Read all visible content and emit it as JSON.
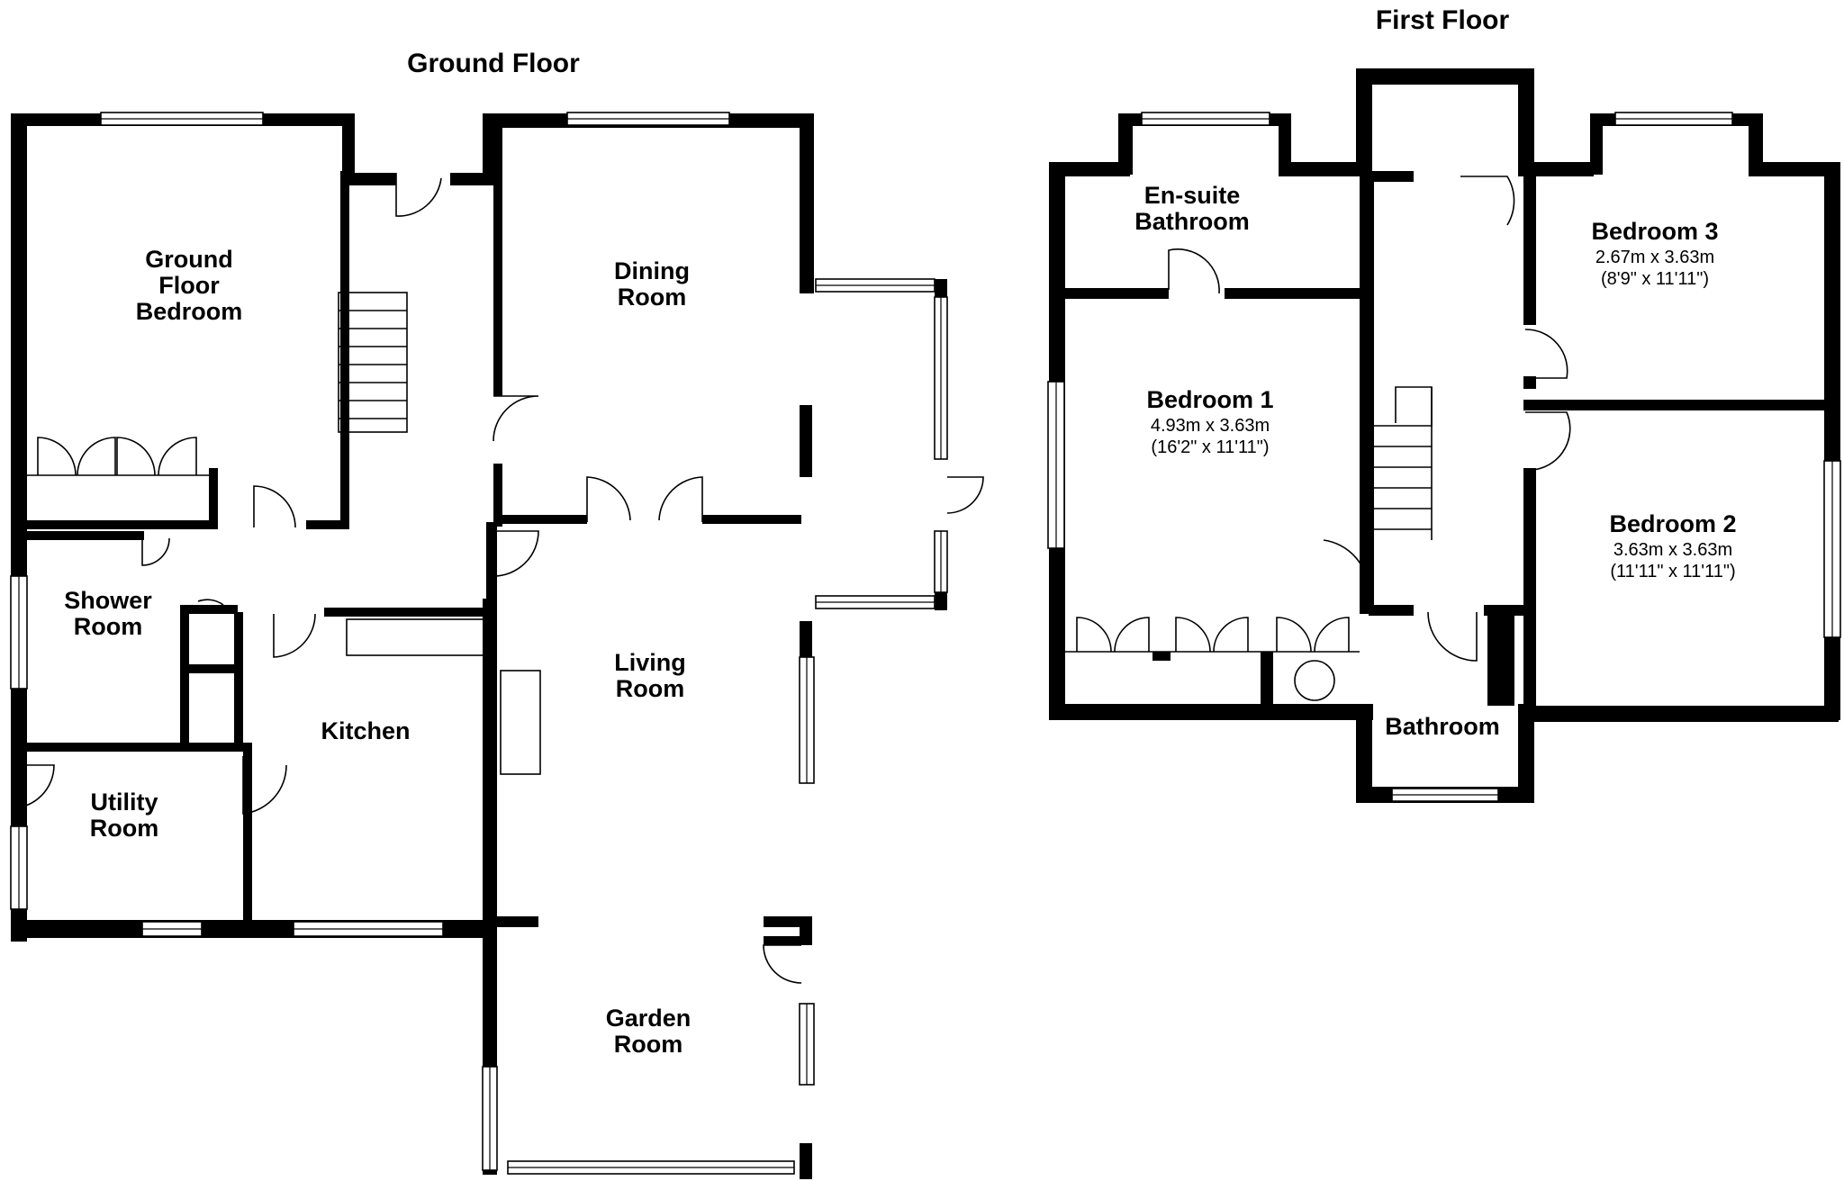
{
  "floors": [
    {
      "title": "Ground Floor",
      "rooms": [
        {
          "name": [
            "Ground",
            "Floor",
            "Bedroom"
          ],
          "dims": []
        },
        {
          "name": [
            "Dining",
            "Room"
          ],
          "dims": []
        },
        {
          "name": [
            "Shower",
            "Room"
          ],
          "dims": []
        },
        {
          "name": [
            "Kitchen"
          ],
          "dims": []
        },
        {
          "name": [
            "Living",
            "Room"
          ],
          "dims": []
        },
        {
          "name": [
            "Utility",
            "Room"
          ],
          "dims": []
        },
        {
          "name": [
            "Garden",
            "Room"
          ],
          "dims": []
        }
      ]
    },
    {
      "title": "First Floor",
      "rooms": [
        {
          "name": [
            "En-suite",
            "Bathroom"
          ],
          "dims": []
        },
        {
          "name": [
            "Bedroom 3"
          ],
          "dims": [
            "2.67m x 3.63m",
            "(8'9\" x 11'11\")"
          ]
        },
        {
          "name": [
            "Bedroom 1"
          ],
          "dims": [
            "4.93m x 3.63m",
            "(16'2\" x 11'11\")"
          ]
        },
        {
          "name": [
            "Bedroom 2"
          ],
          "dims": [
            "3.63m x 3.63m",
            "(11'11\" x 11'11\")"
          ]
        },
        {
          "name": [
            "Bathroom"
          ],
          "dims": []
        }
      ]
    }
  ],
  "colors": {
    "wall": "#000000",
    "background": "#ffffff"
  }
}
